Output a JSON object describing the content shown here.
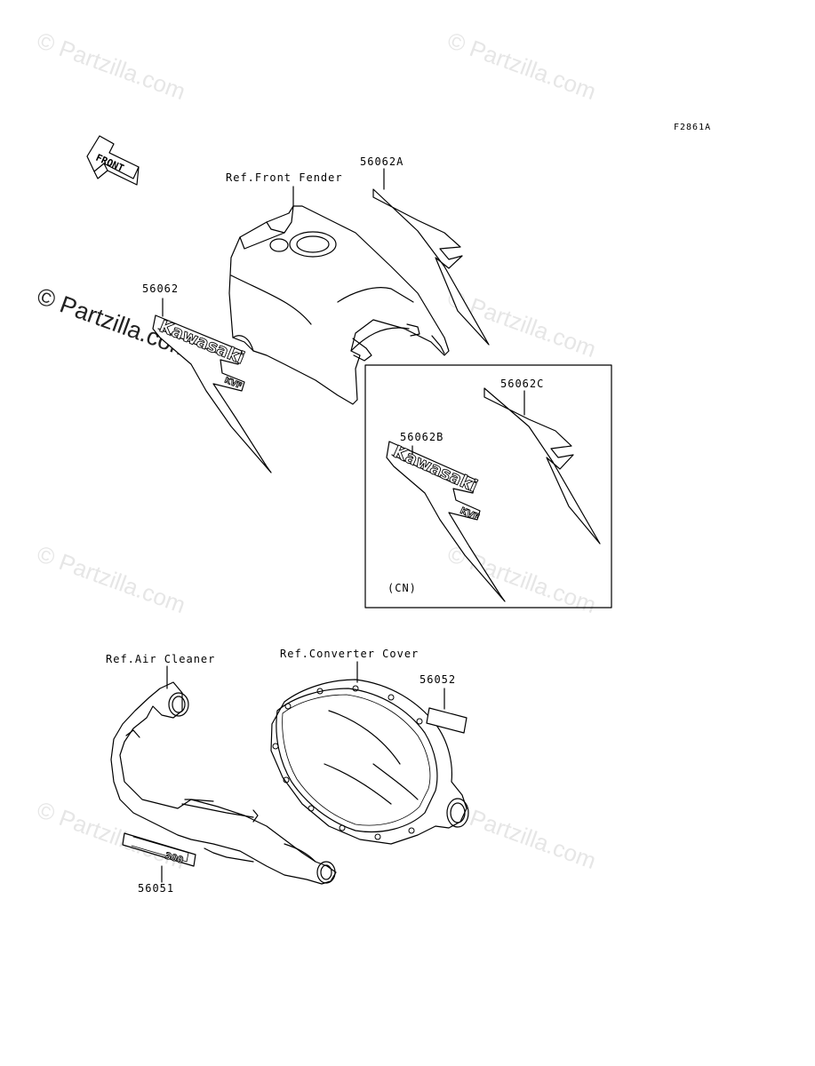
{
  "diagram": {
    "code": "F2861A",
    "front_arrow_label": "FRONT",
    "labels": {
      "front_fender": "Ref.Front Fender",
      "air_cleaner": "Ref.Air Cleaner",
      "converter_cover": "Ref.Converter Cover",
      "p56062A": "56062A",
      "p56062": "56062",
      "p56062C": "56062C",
      "p56062B": "56062B",
      "cn_variant": "(CN)",
      "p56052": "56052",
      "p56051": "56051"
    },
    "decal_text": {
      "brand": "Kawasaki",
      "model_tag": "KVF",
      "engine_size": "300"
    }
  },
  "watermark": {
    "text": "© Partzilla.com"
  },
  "colors": {
    "line": "#000000",
    "background": "#ffffff",
    "watermark_light": "#e6e6e6",
    "decal_fill": "#9a9a9a"
  }
}
